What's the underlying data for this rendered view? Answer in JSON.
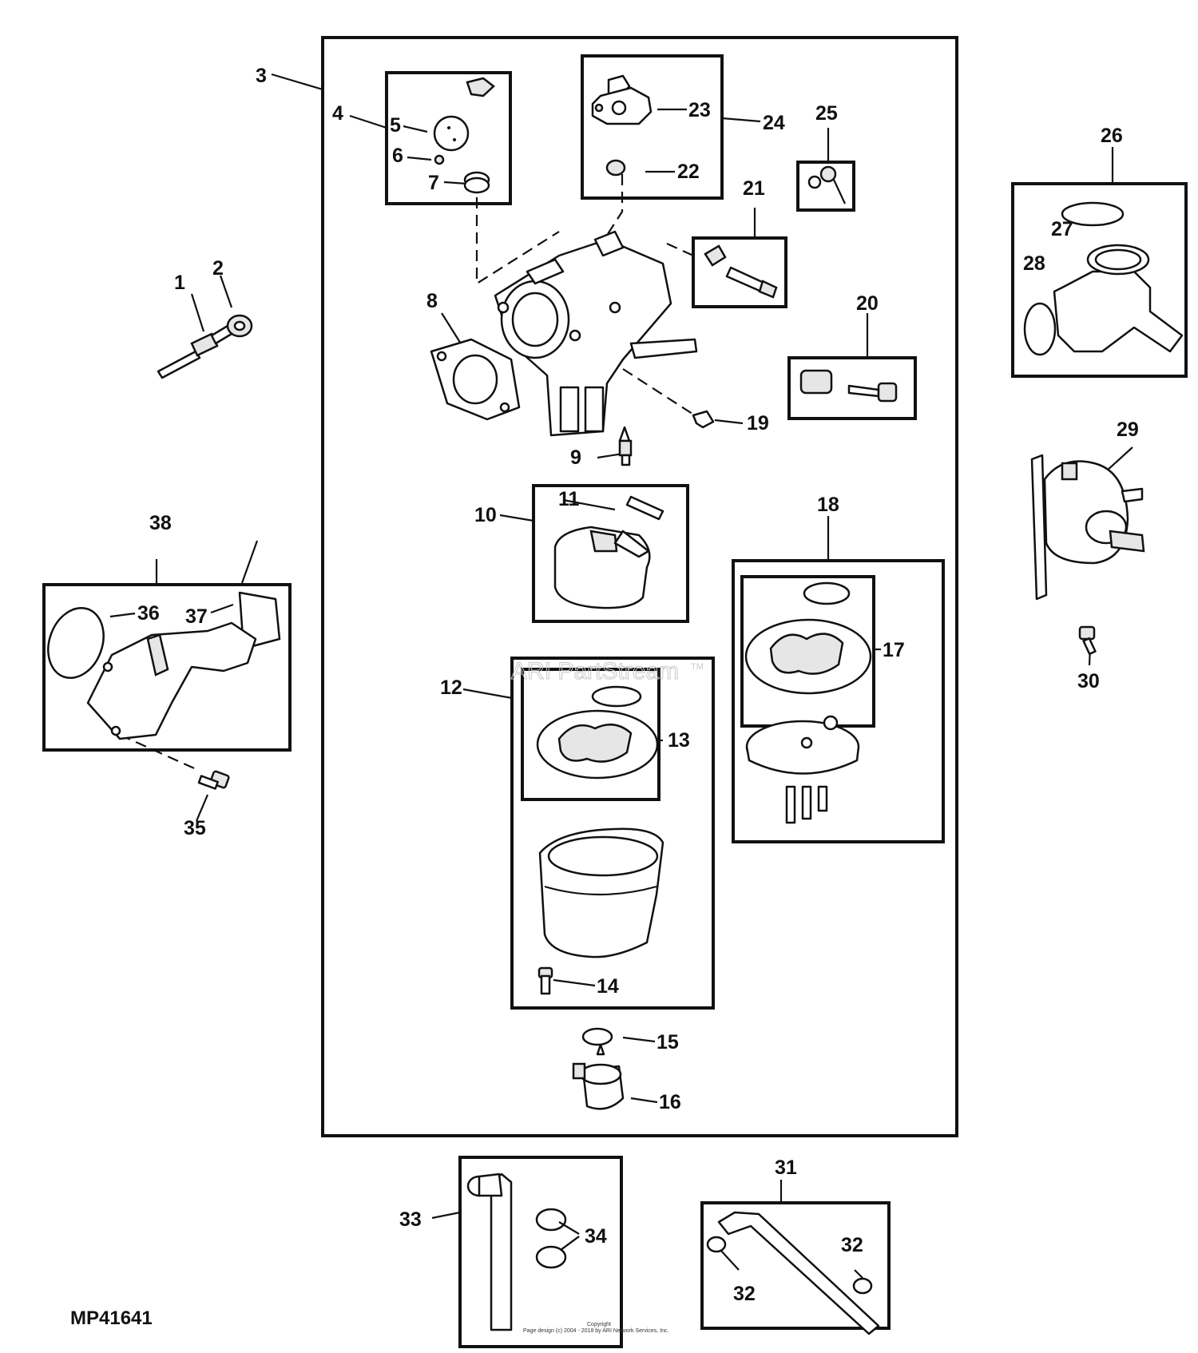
{
  "drawing_code": "MP41641",
  "watermark": {
    "text": "ARI PartStream",
    "mark": "TM"
  },
  "copyright": {
    "line1": "Copyright",
    "line2": "Page design (c) 2004 - 2018 by ARI Network Services, Inc."
  },
  "callouts": [
    "1",
    "2",
    "3",
    "4",
    "5",
    "6",
    "7",
    "8",
    "9",
    "10",
    "11",
    "12",
    "13",
    "14",
    "15",
    "16",
    "17",
    "18",
    "19",
    "20",
    "21",
    "22",
    "23",
    "24",
    "25",
    "26",
    "27",
    "28",
    "29",
    "30",
    "31",
    "32",
    "32",
    "33",
    "34",
    "35",
    "36",
    "37",
    "38"
  ]
}
